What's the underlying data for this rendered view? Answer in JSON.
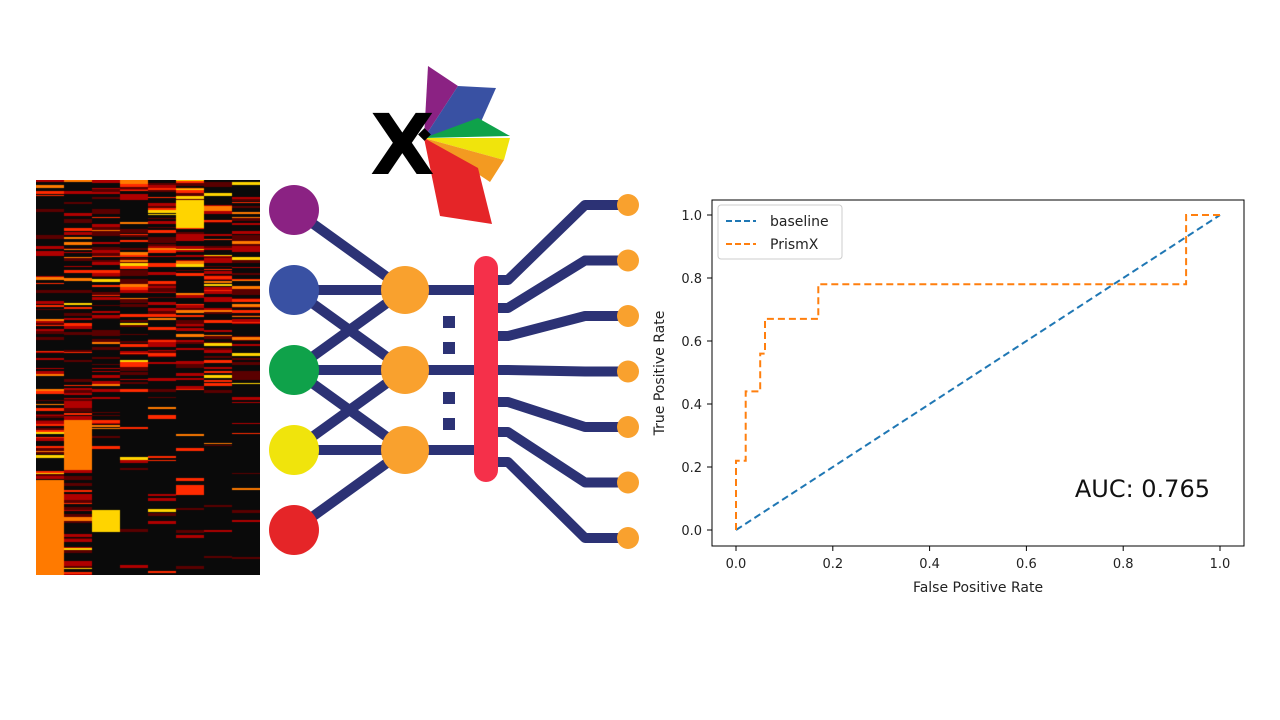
{
  "logo": {
    "letter": "X",
    "petal_colors": [
      "#8B2283",
      "#3951A3",
      "#0FA24A",
      "#F0E40C",
      "#F39A21",
      "#E52528"
    ]
  },
  "heatmap": {
    "columns": 8,
    "palette": [
      "#0a0a0a",
      "#5a0000",
      "#b00000",
      "#ff2a00",
      "#ff7a00",
      "#ffd400"
    ]
  },
  "network": {
    "input_node_colors": [
      "#8B2283",
      "#3951A3",
      "#0FA24A",
      "#F0E40C",
      "#E52528"
    ],
    "hidden_node_color": "#F9A12E",
    "output_node_color": "#F9A12E",
    "edge_color": "#2C3275",
    "bar_color": "#F5304A",
    "hidden_count": 3,
    "output_count": 7
  },
  "chart_data": {
    "type": "line",
    "xlabel": "False Positive Rate",
    "ylabel": "True Positive Rate",
    "xlim": [
      0.0,
      1.0
    ],
    "ylim": [
      0.0,
      1.0
    ],
    "xticks": [
      "0.0",
      "0.2",
      "0.4",
      "0.6",
      "0.8",
      "1.0"
    ],
    "yticks": [
      "0.0",
      "0.2",
      "0.4",
      "0.6",
      "0.8",
      "1.0"
    ],
    "legend_position": "top-left",
    "annotation": "AUC: 0.765",
    "series": [
      {
        "name": "baseline",
        "color": "#1f77b4",
        "x": [
          0.0,
          1.0
        ],
        "y": [
          0.0,
          1.0
        ]
      },
      {
        "name": "PrismX",
        "color": "#ff7f0e",
        "x": [
          0.0,
          0.0,
          0.02,
          0.02,
          0.03,
          0.03,
          0.05,
          0.05,
          0.06,
          0.06,
          0.15,
          0.15,
          0.17,
          0.17,
          0.85,
          0.85,
          0.93,
          0.93,
          1.0
        ],
        "y": [
          0.0,
          0.22,
          0.22,
          0.44,
          0.44,
          0.44,
          0.44,
          0.56,
          0.56,
          0.67,
          0.67,
          0.67,
          0.67,
          0.78,
          0.78,
          0.78,
          0.78,
          1.0,
          1.0
        ]
      }
    ]
  }
}
